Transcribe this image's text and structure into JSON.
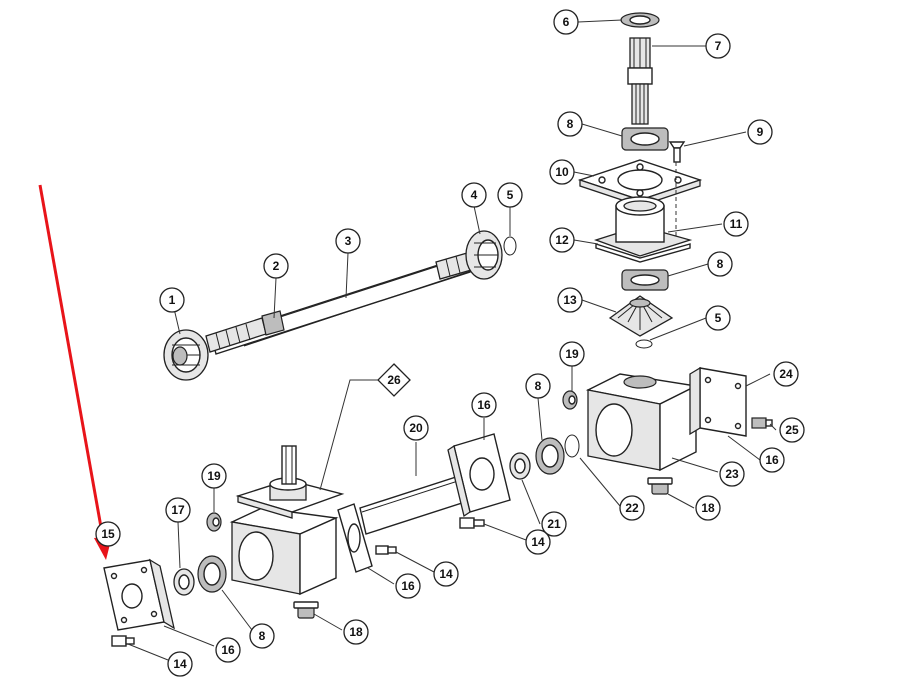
{
  "callouts": [
    {
      "id": "c1",
      "label": "1"
    },
    {
      "id": "c2",
      "label": "2"
    },
    {
      "id": "c3",
      "label": "3"
    },
    {
      "id": "c4",
      "label": "4"
    },
    {
      "id": "c5a",
      "label": "5"
    },
    {
      "id": "c5b",
      "label": "5"
    },
    {
      "id": "c6",
      "label": "6"
    },
    {
      "id": "c7",
      "label": "7"
    },
    {
      "id": "c8a",
      "label": "8"
    },
    {
      "id": "c8b",
      "label": "8"
    },
    {
      "id": "c8c",
      "label": "8"
    },
    {
      "id": "c8d",
      "label": "8"
    },
    {
      "id": "c9",
      "label": "9"
    },
    {
      "id": "c10",
      "label": "10"
    },
    {
      "id": "c11",
      "label": "11"
    },
    {
      "id": "c12",
      "label": "12"
    },
    {
      "id": "c13",
      "label": "13"
    },
    {
      "id": "c14a",
      "label": "14"
    },
    {
      "id": "c14b",
      "label": "14"
    },
    {
      "id": "c14c",
      "label": "14"
    },
    {
      "id": "c15",
      "label": "15"
    },
    {
      "id": "c16a",
      "label": "16"
    },
    {
      "id": "c16b",
      "label": "16"
    },
    {
      "id": "c16c",
      "label": "16"
    },
    {
      "id": "c16d",
      "label": "16"
    },
    {
      "id": "c17",
      "label": "17"
    },
    {
      "id": "c18a",
      "label": "18"
    },
    {
      "id": "c18b",
      "label": "18"
    },
    {
      "id": "c19a",
      "label": "19"
    },
    {
      "id": "c19b",
      "label": "19"
    },
    {
      "id": "c20",
      "label": "20"
    },
    {
      "id": "c21",
      "label": "21"
    },
    {
      "id": "c22",
      "label": "22"
    },
    {
      "id": "c23",
      "label": "23"
    },
    {
      "id": "c24",
      "label": "24"
    },
    {
      "id": "c25",
      "label": "25"
    },
    {
      "id": "c26",
      "label": "26"
    }
  ],
  "colors": {
    "arrow": "#e8141a",
    "line": "#222222",
    "background": "#ffffff"
  }
}
